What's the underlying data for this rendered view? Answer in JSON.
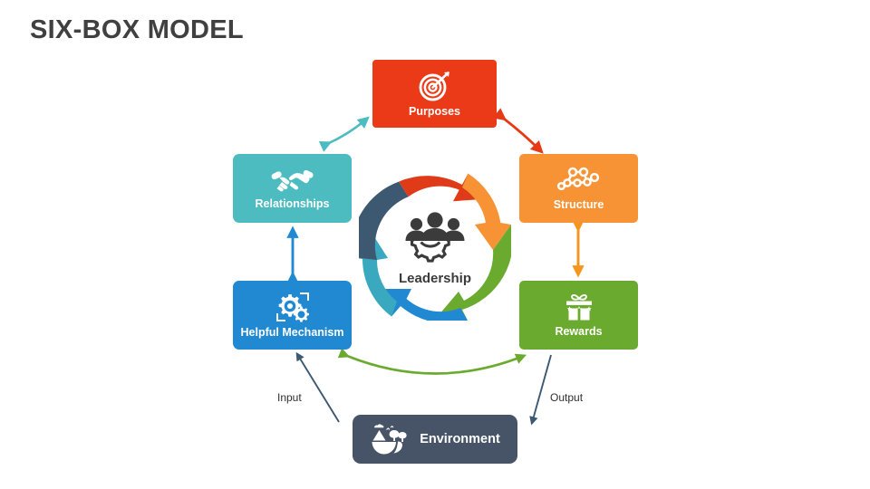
{
  "title": "SIX-BOX MODEL",
  "center": {
    "label": "Leadership",
    "icon": "people-gear-icon",
    "ring_segment_colors": [
      "#e03b18",
      "#f79334",
      "#6aab2f",
      "#2189d1",
      "#3aa8bf",
      "#3d5871"
    ]
  },
  "nodes": [
    {
      "id": "purposes",
      "label": "Purposes",
      "icon": "target-dart-icon",
      "color": "#ea3a18"
    },
    {
      "id": "structure",
      "label": "Structure",
      "icon": "network-nodes-icon",
      "color": "#f79334"
    },
    {
      "id": "rewards",
      "label": "Rewards",
      "icon": "gift-box-icon",
      "color": "#6aab2f"
    },
    {
      "id": "helpful",
      "label": "Helpful Mechanism",
      "icon": "gears-bracket-icon",
      "color": "#2189d1"
    },
    {
      "id": "relationships",
      "label": "Relationships",
      "icon": "handshake-icon",
      "color": "#4dbcc0"
    },
    {
      "id": "environment",
      "label": "Environment",
      "icon": "nature-landscape-icon",
      "color": "#475468"
    }
  ],
  "connectors": [
    {
      "id": "relationships-purposes",
      "from": "Relationships",
      "to": "Purposes",
      "color": "#4dbcc0",
      "style": "double-arrow-diagonal"
    },
    {
      "id": "purposes-structure",
      "from": "Purposes",
      "to": "Structure",
      "color": "#e63a17",
      "style": "double-arrow-diagonal"
    },
    {
      "id": "structure-rewards",
      "from": "Structure",
      "to": "Rewards",
      "color": "#f7941e",
      "style": "double-arrow-vertical"
    },
    {
      "id": "relationships-helpful",
      "from": "Relationships",
      "to": "Helpful Mechanism",
      "color": "#2189d1",
      "style": "double-arrow-vertical"
    },
    {
      "id": "helpful-rewards",
      "from": "Helpful Mechanism",
      "to": "Rewards",
      "color": "#6aab2f",
      "style": "double-arrow-curved"
    },
    {
      "id": "environment-helpful",
      "from": "Environment",
      "to": "Helpful Mechanism",
      "color": "#3d5871",
      "label": "Input",
      "style": "single-arrow"
    },
    {
      "id": "rewards-environment",
      "from": "Rewards",
      "to": "Environment",
      "color": "#3d5871",
      "label": "Output",
      "style": "single-arrow"
    }
  ],
  "edge_labels": {
    "input": "Input",
    "output": "Output"
  }
}
